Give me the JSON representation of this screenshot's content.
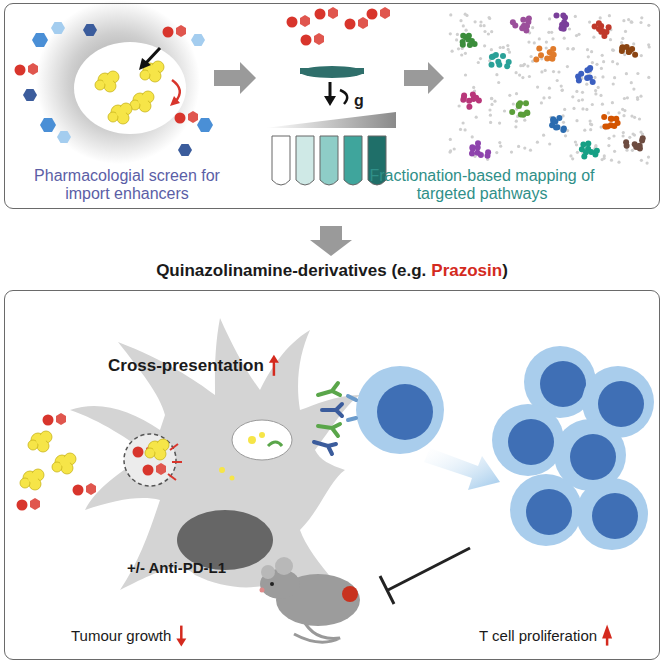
{
  "diagram": {
    "nodes": [
      {
        "text": [
          "Pharmacologial screen for import enhancers",
          "Fractionation-based mapping of targeted pathways"
        ]
      },
      {
        "text": [
          "Cross-presentation",
          "+/- Anti-PD-L1",
          "Tumour growth",
          "T cell proliferation"
        ]
      }
    ],
    "labels": [
      "g",
      "Quinazolinamine-derivatives (e.g.",
      "Prazosin",
      ")"
    ]
  }
}
